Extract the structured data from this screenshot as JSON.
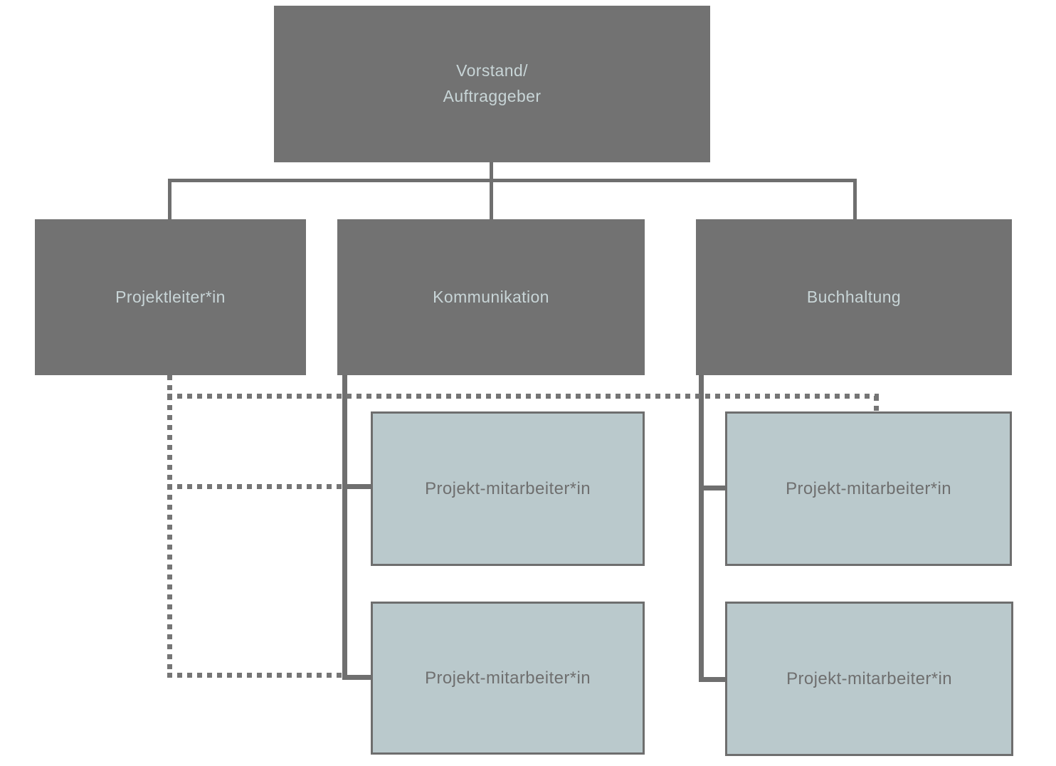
{
  "diagram_type": "org-chart",
  "nodes": {
    "vorstand": {
      "label": "Vorstand/\nAuftraggeber"
    },
    "projektleiter": {
      "label": "Projektleiter*in"
    },
    "kommunikation": {
      "label": "Kommunikation"
    },
    "buchhaltung": {
      "label": "Buchhaltung"
    },
    "pm1": {
      "label": "Projekt-mitarbeiter*in"
    },
    "pm2": {
      "label": "Projekt-mitarbeiter*in"
    },
    "pm3": {
      "label": "Projekt-mitarbeiter*in"
    },
    "pm4": {
      "label": "Projekt-mitarbeiter*in"
    }
  },
  "colors": {
    "dark-box": "#727272",
    "dark-box-text": "#c8d5d7",
    "light-box": "#bac9cc",
    "light-box-border": "#6e6e6e",
    "light-box-text": "#6f6f6f",
    "connector": "#6f6f6f",
    "connector-dot": "#757575",
    "page-bg": "#ffffff"
  }
}
